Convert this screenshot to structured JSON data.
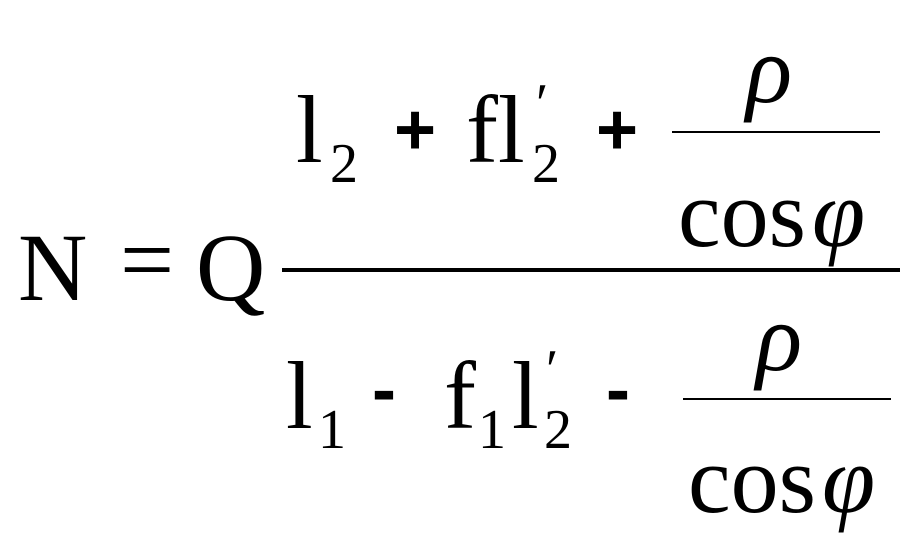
{
  "formula": {
    "lhs": "N",
    "equals": "=",
    "factor": "Q",
    "numerator": {
      "term1": "l",
      "term1_sub": "2",
      "plus1": "+",
      "term2": "fl",
      "term2_prime": "′",
      "term2_sub": "2",
      "plus2": "+",
      "frac_top": "ρ",
      "frac_bottom_func": "cos",
      "frac_bottom_var": "φ"
    },
    "denominator": {
      "term1": "l",
      "term1_sub": "1",
      "minus1": "-",
      "term2_f": "f",
      "term2_f_sub": "1",
      "term2_l": "l",
      "term2_prime": "′",
      "term2_sub": "2",
      "minus2": "-",
      "frac_top": "ρ",
      "frac_bottom_func": "cos",
      "frac_bottom_var": "φ"
    }
  }
}
